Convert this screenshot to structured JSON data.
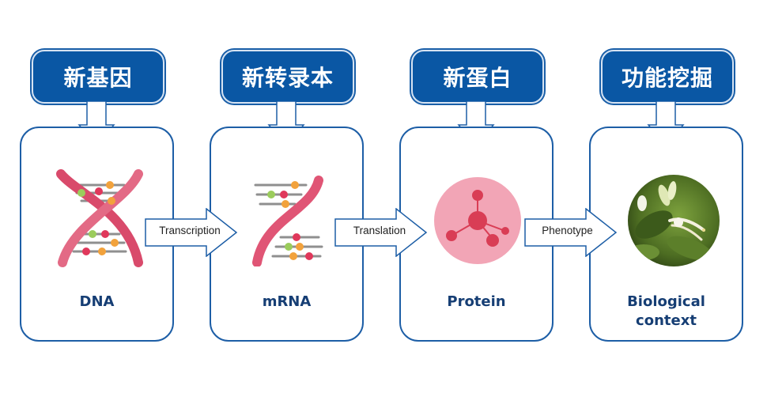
{
  "stages": [
    {
      "title": "新基因",
      "label": "DNA"
    },
    {
      "title": "新转录本",
      "label": "mRNA"
    },
    {
      "title": "新蛋白",
      "label": "Protein"
    },
    {
      "title": "功能挖掘",
      "label_line1": "Biological",
      "label_line2": "context"
    }
  ],
  "transitions": [
    "Transcription",
    "Translation",
    "Phenotype"
  ],
  "colors": {
    "header_blue": "#0a57a4",
    "card_border": "#1d5ea6",
    "label_navy": "#163e74",
    "dna_pink": "#d94a6b",
    "protein_pink": "#f2a5b6",
    "atom_red": "#d93d55"
  }
}
